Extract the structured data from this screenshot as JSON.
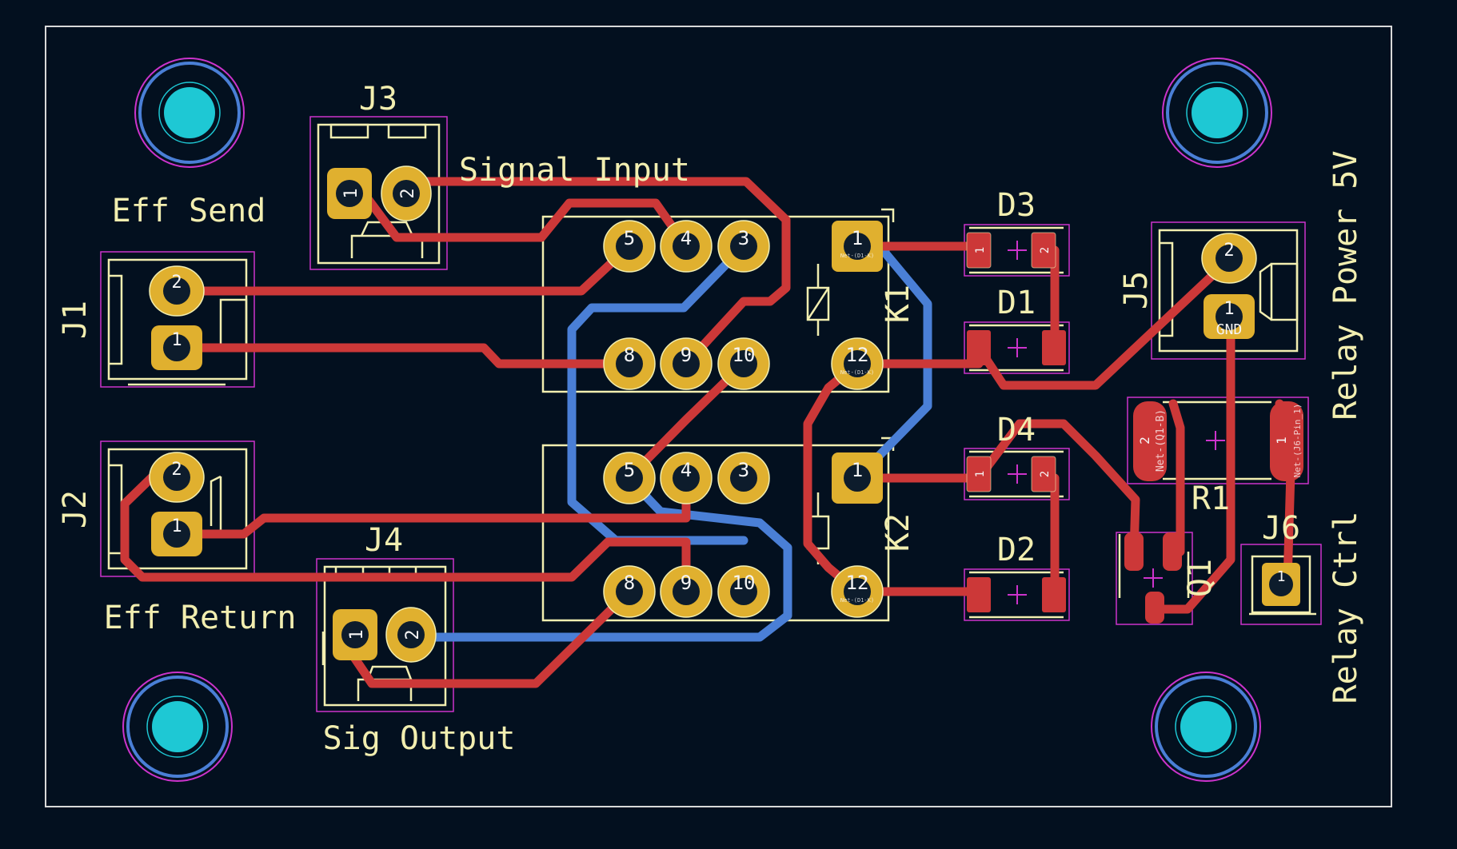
{
  "colors": {
    "background": "#03101f",
    "board_edge": "#d9d9d9",
    "silkscreen": "#f2eeb0",
    "courtyard": "#cc33cc",
    "copper_front": "#cc3838",
    "copper_back": "#4a7fd6",
    "pad": "#e0b02f",
    "drill": "#0d1c2c",
    "mounting_drill": "#1ec8d4"
  },
  "icons": {
    "mounting_hole": "mounting-hole-icon",
    "relay_coil": "relay-coil-symbol-icon",
    "anchor": "plus-anchor-icon"
  },
  "labels": {
    "j3_ref": "J3",
    "signal_input": "Signal Input",
    "eff_send": "Eff Send",
    "j1_ref": "J1",
    "j2_ref": "J2",
    "j4_ref": "J4",
    "eff_return": "Eff Return",
    "sig_output": "Sig Output",
    "k1_ref": "K1",
    "k2_ref": "K2",
    "d3_ref": "D3",
    "d1_ref": "D1",
    "d4_ref": "D4",
    "d2_ref": "D2",
    "j5_ref": "J5",
    "r1_ref": "R1",
    "j6_ref": "J6",
    "q1_ref": "Q1",
    "relay_power": "Relay Power 5V",
    "relay_ctrl": "Relay Ctrl"
  },
  "pads": {
    "j3_1": "1",
    "j3_2": "2",
    "j1_1": "1",
    "j1_2": "2",
    "j2_1": "1",
    "j2_2": "2",
    "j4_1": "1",
    "j4_2": "2",
    "k1_1": "1",
    "k1_3": "3",
    "k1_4": "4",
    "k1_5": "5",
    "k1_8": "8",
    "k1_9": "9",
    "k1_10": "10",
    "k1_12": "12",
    "k2_1": "1",
    "k2_3": "3",
    "k2_4": "4",
    "k2_5": "5",
    "k2_8": "8",
    "k2_9": "9",
    "k2_10": "10",
    "k2_12": "12",
    "d3_1": "1",
    "d3_2": "2",
    "d4_1": "1",
    "d4_2": "2",
    "j5_1": "1",
    "j5_2": "2",
    "j5_gnd": "GND",
    "r1_1": "1",
    "r1_2": "2",
    "j6_1": "1"
  },
  "nets": {
    "r1_pad2": "Net-(Q1-B)",
    "r1_pad1": "Net-(J6-Pin_1)",
    "small": "Net-(D1-K)"
  }
}
